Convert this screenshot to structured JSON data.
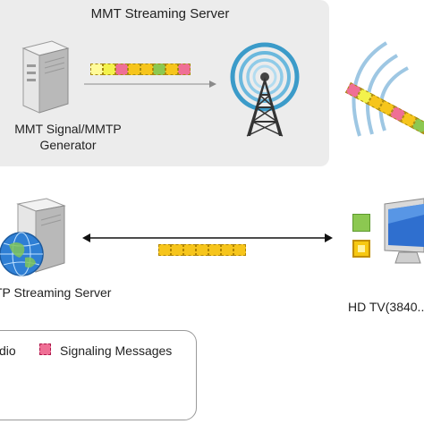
{
  "diagram": {
    "title": "MMT Streaming Server",
    "generator_label_line1": "MMT Signal/MMTP",
    "generator_label_line2": "Generator",
    "vod_server_label": "TP Streaming Server",
    "tv_label": "HD TV(3840...",
    "legend": {
      "audio_label": "dio",
      "signaling_label": "Signaling Messages",
      "signaling_color": "#ef6f95"
    },
    "packet_colors_top": [
      "#fffb9a",
      "#f3f24c",
      "#ef6f95",
      "#f6c51c",
      "#f6c51c",
      "#8cc851",
      "#f6c51c",
      "#ef6f95"
    ],
    "packet_colors_diagonal": [
      "#ef6f95",
      "#f3f24c",
      "#f6c51c",
      "#f6c51c",
      "#ef6f95",
      "#f6c51c",
      "#8cc851",
      "#f3f24c"
    ],
    "packet_count_middle": 7,
    "icons": [
      "server-icon",
      "broadcast-tower-icon",
      "wireless-waves-icon",
      "globe-server-icon",
      "tv-monitor-icon"
    ]
  }
}
